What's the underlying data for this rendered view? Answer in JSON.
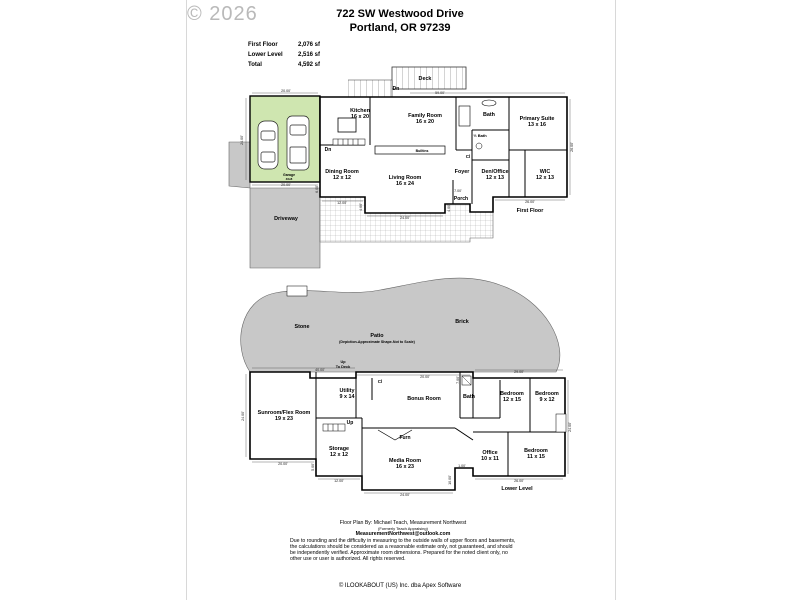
{
  "watermark": "© 2026",
  "address": {
    "line1": "722 SW Westwood Drive",
    "line2": "Portland, OR 97239"
  },
  "areas": [
    {
      "label": "First Floor",
      "value": "2,076 sf"
    },
    {
      "label": "Lower Level",
      "value": "2,516 sf"
    },
    {
      "label": "Total",
      "value": "4,592 sf"
    }
  ],
  "first_floor": {
    "floor_label": "First Floor",
    "deck": "Deck",
    "garage": "Garage",
    "garage_dims": "46x8",
    "driveway": "Driveway",
    "kitchen": "Kitchen",
    "kitchen_size": "16 x 20",
    "family": "Family Room",
    "family_size": "16 x 20",
    "bath": "Bath",
    "half_bath": "½ Bath",
    "primary": "Primary Suite",
    "primary_size": "13 x 16",
    "dining": "Dining Room",
    "dining_size": "12 x 12",
    "living": "Living Room",
    "living_size": "16 x 24",
    "foyer": "Foyer",
    "den": "Den/Office",
    "den_size": "12 x 13",
    "wic": "WIC",
    "wic_size": "12 x 13",
    "porch": "Porch",
    "closet": "Cl",
    "builtins": "Builtins",
    "dn1": "Dn",
    "dn2": "Dn",
    "dims": {
      "garage_top": "20.00'",
      "garage_bottom": "20.00'",
      "garage_side": "24.00'",
      "deck_top": "59.00'",
      "dining_bottom": "12.00'",
      "living_bottom": "24.00'",
      "den_bottom": "26.00'",
      "right_side": "26.00'",
      "step1": "6.00'",
      "step2": "4.00'",
      "porch_dim": "7.00'",
      "porch_side": "4.00'"
    }
  },
  "lower_level": {
    "floor_label": "Lower Level",
    "stone": "Stone",
    "brick": "Brick",
    "patio": "Patio",
    "patio_note": "(Depiction-Approximate Shape-Not to Scale)",
    "up_deck1": "Up",
    "up_deck2": "To Deck",
    "sunroom": "Sunroom/Flex Room",
    "sunroom_size": "19 x 23",
    "utility": "Utility",
    "utility_size": "9 x 14",
    "closet": "Cl",
    "bonus": "Bonus Room",
    "bath": "Bath",
    "bed1": "Bedroom",
    "bed1_size": "12 x 15",
    "bed2": "Bedroom",
    "bed2_size": "9 x 12",
    "storage": "Storage",
    "storage_size": "12 x 12",
    "up": "Up",
    "furn": "Furn",
    "media": "Media Room",
    "media_size": "16 x 23",
    "office": "Office",
    "office_size": "10 x 11",
    "bed3": "Bedroom",
    "bed3_size": "11 x 15",
    "dims": {
      "top_left": "40.00'",
      "top_mid": "20.00'",
      "top_right": "29.00'",
      "left_side": "24.00'",
      "left_bottom": "20.00'",
      "storage_bottom": "12.00'",
      "media_bottom": "24.00'",
      "right_bottom": "26.00'",
      "right_side": "24.00'",
      "step1": "5.00'",
      "step2": "7.00'",
      "step3": "1.00'",
      "step4": "10.00'"
    }
  },
  "footer": {
    "line1": "Floor Plan By: Michael Teach, Measurement Northwest",
    "line2": "(Formerly Teach Appraising)",
    "email": "MeasurementNorthwest@outlook.com",
    "disclaimer": "Due to rounding and the difficulty in measuring to the outside walls of upper floors and basements, the calculations should be considered as a reasonable estimate only, not guaranteed, and should be independently verified. Approximate room dimensions. Prepared for the noted client only, no other use or user is authorized. All rights reserved."
  },
  "copyright": "© ILOOKABOUT (US) Inc. dba Apex Software"
}
